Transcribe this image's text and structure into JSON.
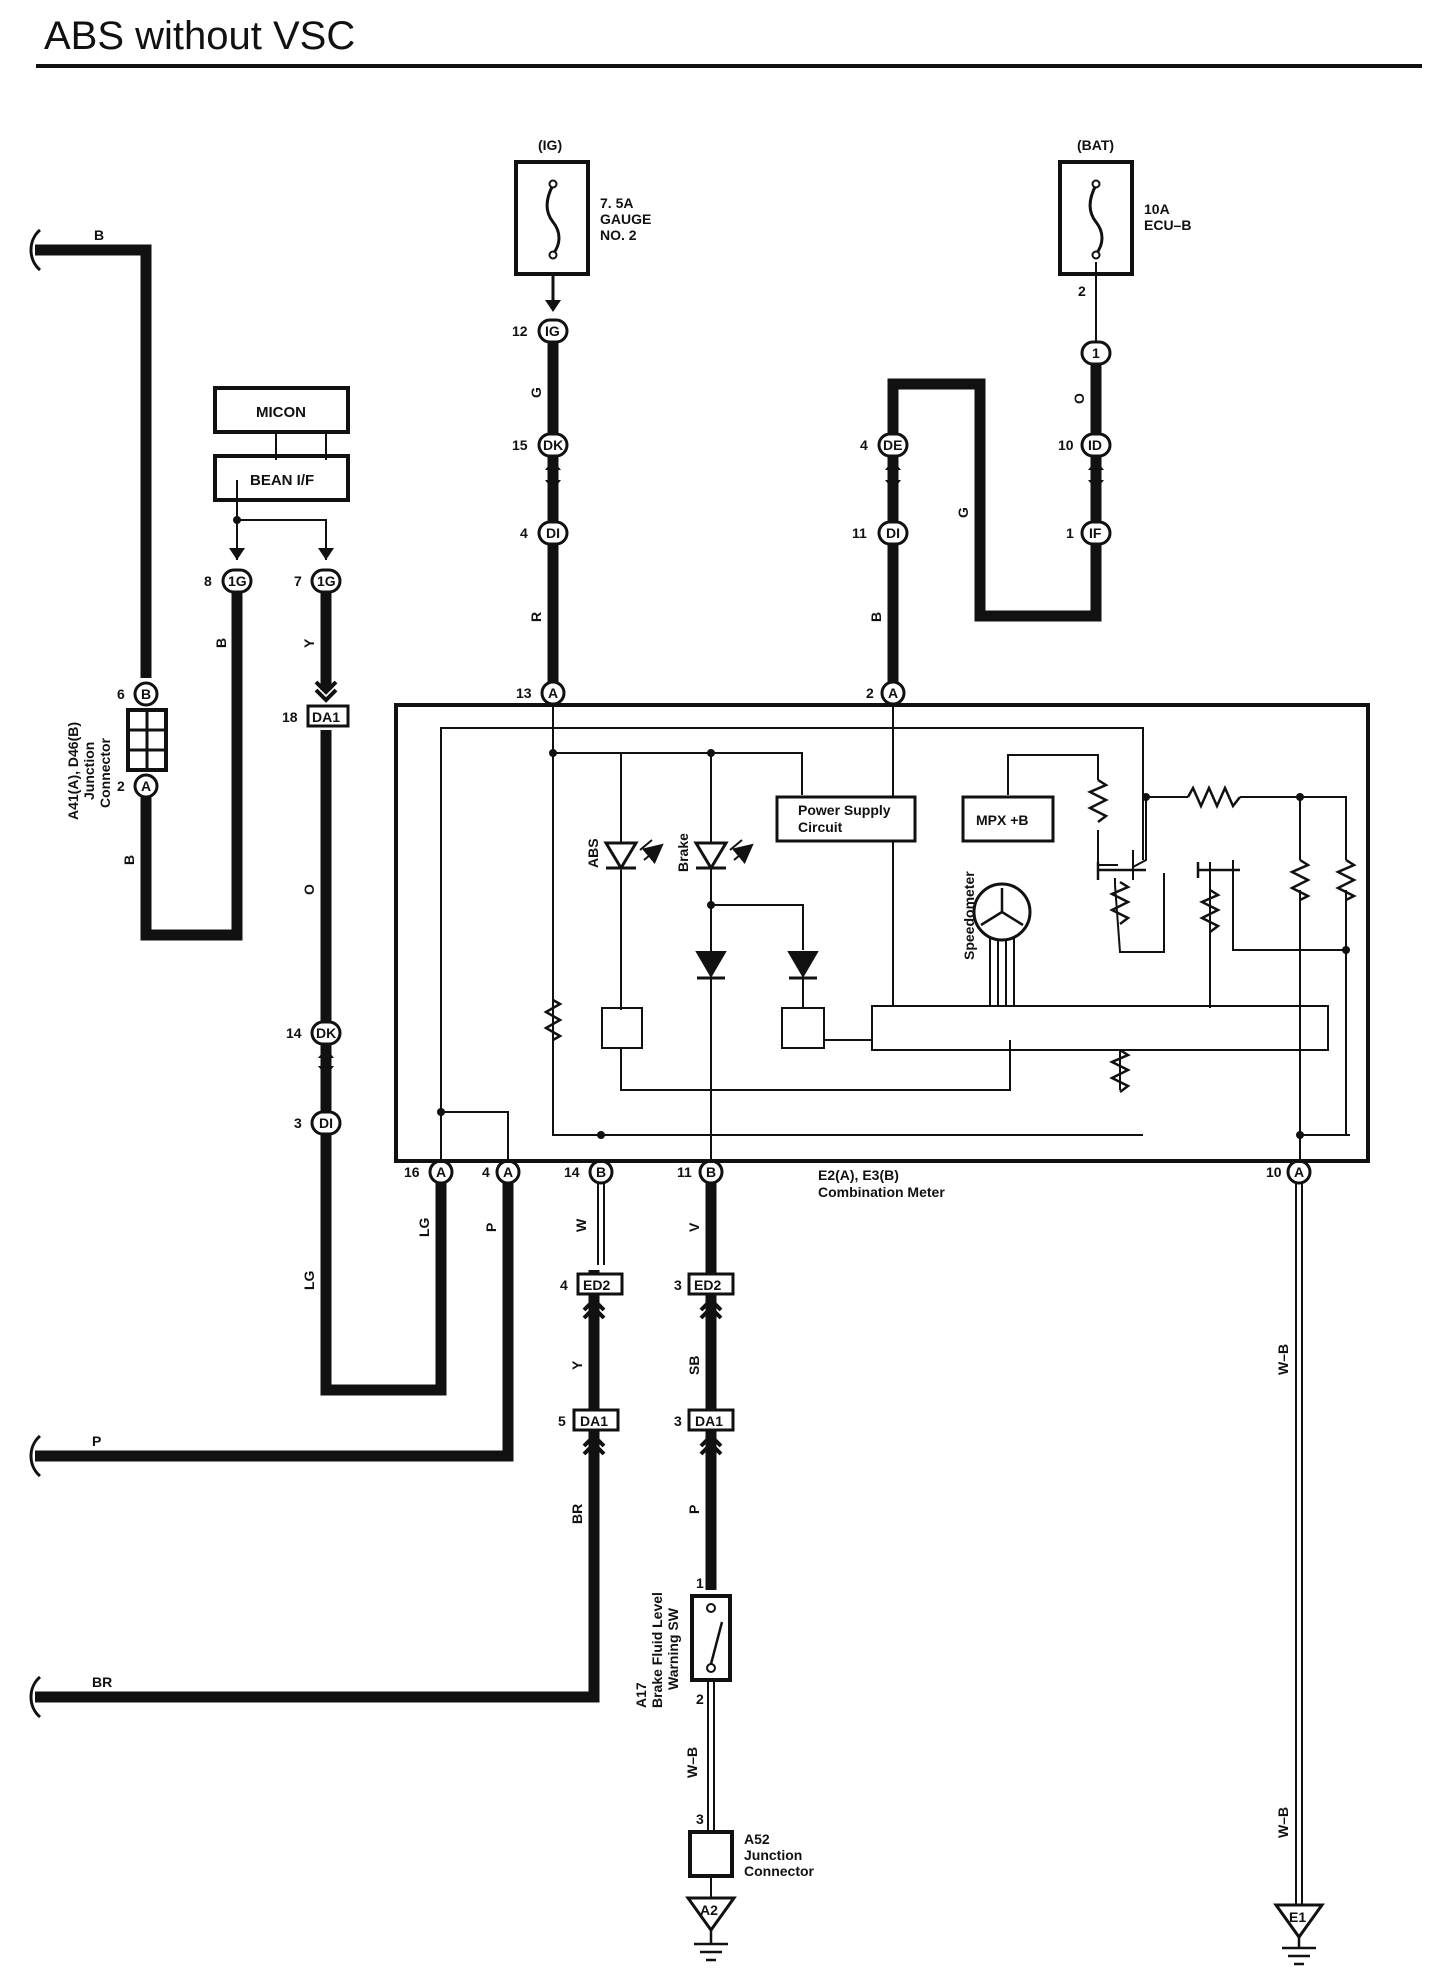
{
  "title": "ABS without VSC",
  "fuses": {
    "ig_source": "(IG)",
    "gauge_amp": "7. 5A",
    "gauge_name": "GAUGE",
    "gauge_no": "NO. 2",
    "bat_source": "(BAT)",
    "ecu_amp": "10A",
    "ecu_name": "ECU–B",
    "ecu_pin": "2"
  },
  "modules": {
    "micon": "MICON",
    "bean": "BEAN I/F"
  },
  "meter": {
    "abs": "ABS",
    "brake": "Brake",
    "power_supply_1": "Power Supply",
    "power_supply_2": "Circuit",
    "mpx": "MPX +B",
    "speedometer": "Speedometer",
    "name_1": "E2(A), E3(B)",
    "name_2": "Combination Meter"
  },
  "junction_a41": {
    "line1": "A41(A), D46(B)",
    "line2": "Junction",
    "line3": "Connector",
    "top_pin": "6",
    "top_conn": "B",
    "bottom_pin": "2",
    "bottom_conn": "A"
  },
  "connectors": {
    "ig12": {
      "pin": "12",
      "code": "IG"
    },
    "dk15": {
      "pin": "15",
      "code": "DK"
    },
    "di4": {
      "pin": "4",
      "code": "DI"
    },
    "a13": {
      "pin": "13",
      "code": "A"
    },
    "ig8": {
      "pin": "8",
      "code": "1G"
    },
    "ig7": {
      "pin": "7",
      "code": "1G"
    },
    "da1_18": {
      "pin": "18",
      "code": "DA1"
    },
    "dk14": {
      "pin": "14",
      "code": "DK"
    },
    "di3": {
      "pin": "3",
      "code": "DI"
    },
    "c1": {
      "code": "1"
    },
    "id10": {
      "pin": "10",
      "code": "ID"
    },
    "if1": {
      "pin": "1",
      "code": "IF"
    },
    "de4": {
      "pin": "4",
      "code": "DE"
    },
    "di11": {
      "pin": "11",
      "code": "DI"
    },
    "a2": {
      "pin": "2",
      "code": "A"
    },
    "a16": {
      "pin": "16",
      "code": "A"
    },
    "a4": {
      "pin": "4",
      "code": "A"
    },
    "b14": {
      "pin": "14",
      "code": "B"
    },
    "b11": {
      "pin": "11",
      "code": "B"
    },
    "a10": {
      "pin": "10",
      "code": "A"
    },
    "ed2_4": {
      "pin": "4",
      "code": "ED2"
    },
    "ed2_3": {
      "pin": "3",
      "code": "ED2"
    },
    "da1_5": {
      "pin": "5",
      "code": "DA1"
    },
    "da1_3": {
      "pin": "3",
      "code": "DA1"
    }
  },
  "wires": {
    "b_top": "B",
    "b_mid": "B",
    "b_bottom": "B",
    "g_ig": "G",
    "r_meter": "R",
    "y_bean": "Y",
    "o_bean": "O",
    "lg_in": "LG",
    "lg_out": "LG",
    "p_meter": "P",
    "p_left": "P",
    "o_bat": "O",
    "g_bat": "G",
    "b_meter": "B",
    "w_meter": "W",
    "v_meter": "V",
    "y_ed2": "Y",
    "sb_ed2": "SB",
    "br_up": "BR",
    "br_left": "BR",
    "p_sw": "P",
    "wb_sw": "W–B",
    "wb_right_top": "W–B",
    "wb_right_bottom": "W–B"
  },
  "switch_a17": {
    "code": "A17",
    "line1": "Brake Fluid Level",
    "line2": "Warning SW",
    "pin_top": "1",
    "pin_bottom": "2"
  },
  "junction_a52": {
    "code": "A52",
    "line1": "Junction",
    "line2": "Connector",
    "pin": "3"
  },
  "grounds": {
    "left": "A2",
    "right": "E1"
  }
}
